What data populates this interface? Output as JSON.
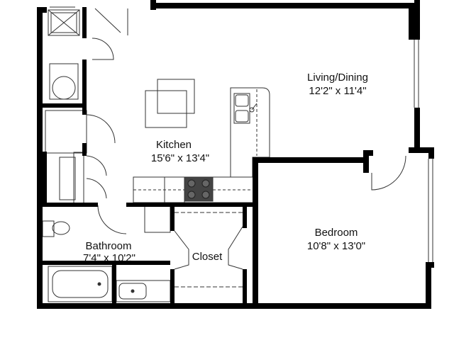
{
  "rooms": {
    "living_dining": {
      "name": "Living/Dining",
      "size": "12'2\" x 11'4\""
    },
    "kitchen": {
      "name": "Kitchen",
      "size": "15'6\" x 13'4\""
    },
    "bedroom": {
      "name": "Bedroom",
      "size": "10'8\" x 13'0\""
    },
    "bathroom": {
      "name": "Bathroom",
      "size": "7'4\" x 10'2\""
    },
    "closet": {
      "name": "Closet"
    }
  },
  "colors": {
    "wall": "#000000",
    "fixture": "#333333",
    "background": "#ffffff",
    "cooktop": "#444444"
  }
}
